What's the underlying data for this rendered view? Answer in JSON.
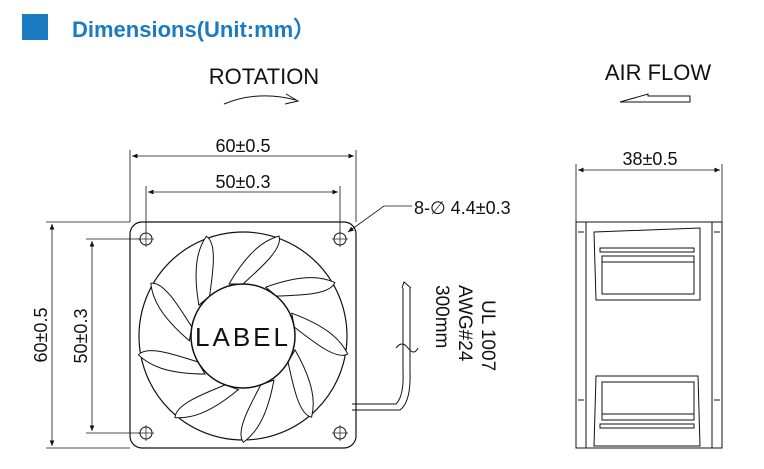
{
  "header": {
    "title": "Dimensions(Unit:mm）"
  },
  "front_view": {
    "rotation_label": "ROTATION",
    "outer_width": "60±0.5",
    "hole_width": "50±0.3",
    "outer_height": "60±0.5",
    "hole_height": "50±0.3",
    "holes": "8-∅ 4.4±0.3",
    "center_label": "LABEL",
    "wire_spec": [
      "UL 1007",
      "AWG#24",
      "300mm"
    ]
  },
  "side_view": {
    "airflow_label": "AIR FLOW",
    "depth": "38±0.5"
  }
}
